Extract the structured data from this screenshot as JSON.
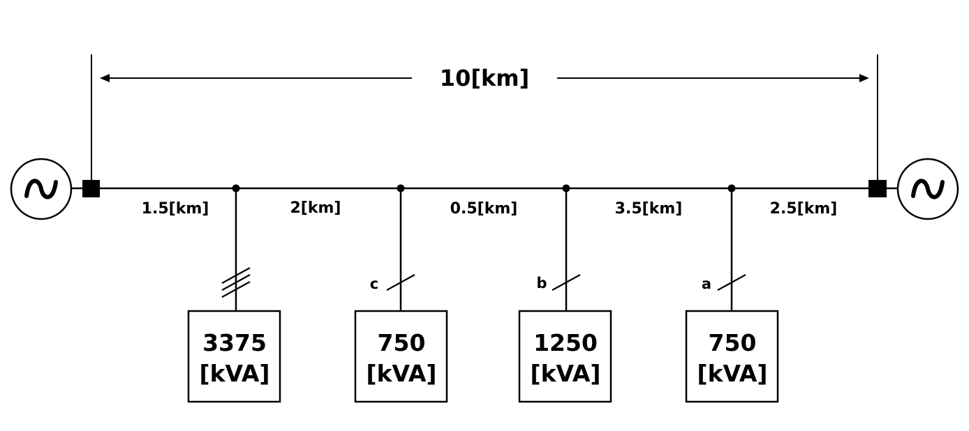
{
  "total_distance": "10[km]",
  "segments": [
    "1.5[km]",
    "2[km]",
    "0.5[km]",
    "3.5[km]",
    "2.5[km]"
  ],
  "loads": [
    {
      "size": "3375",
      "unit": "[kVA]",
      "phase_label": "",
      "phases": 3
    },
    {
      "size": "750",
      "unit": "[kVA]",
      "phase_label": "c",
      "phases": 1
    },
    {
      "size": "1250",
      "unit": "[kVA]",
      "phase_label": "b",
      "phases": 1
    },
    {
      "size": "750",
      "unit": "[kVA]",
      "phase_label": "a",
      "phases": 1
    }
  ],
  "sources": [
    "left-ac-source-icon",
    "right-ac-source-icon"
  ]
}
